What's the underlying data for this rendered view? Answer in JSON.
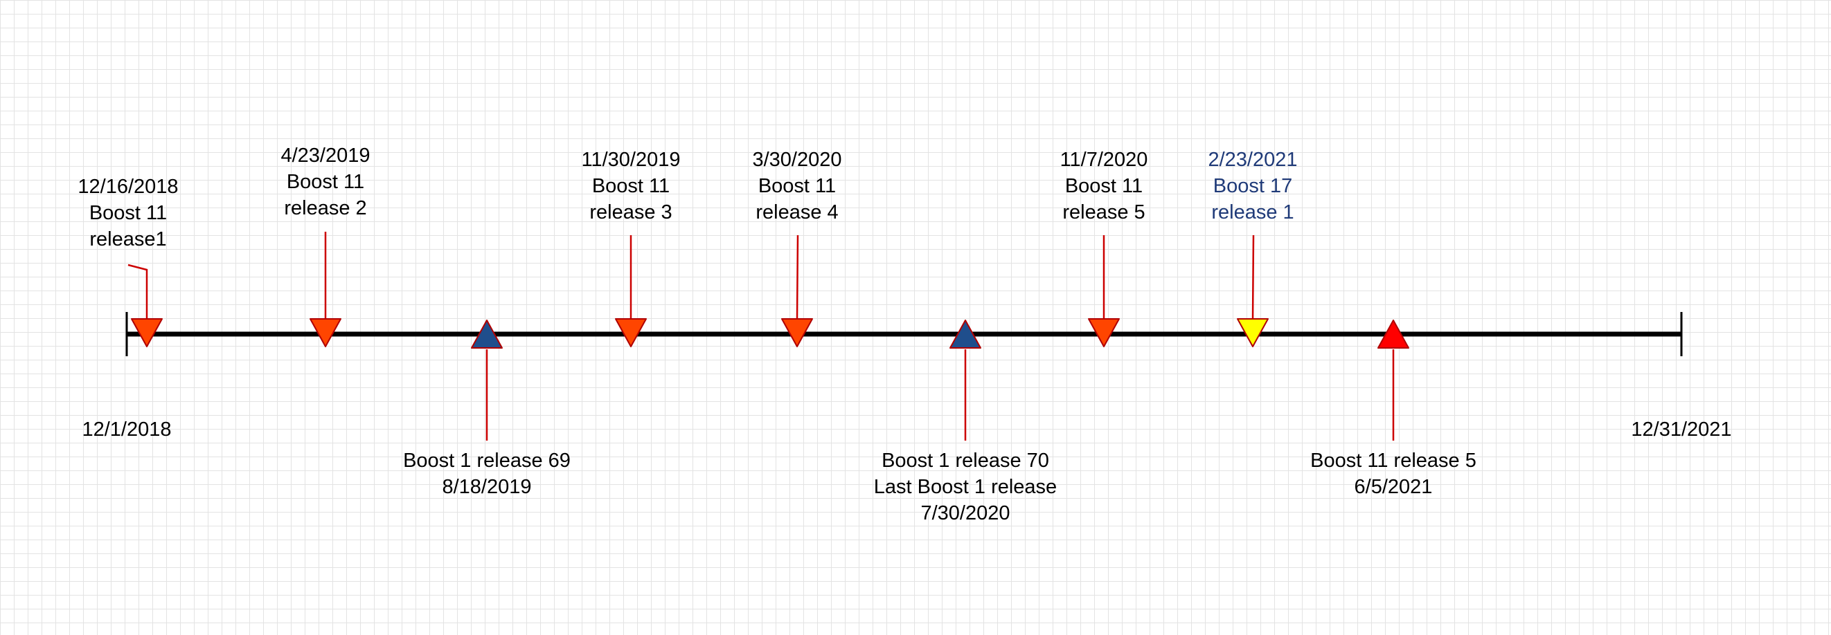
{
  "timeline": {
    "start_date": "12/1/2018",
    "end_date": "12/31/2021"
  },
  "events": [
    {
      "id": "e1",
      "lines": [
        "12/16/2018",
        "Boost 11",
        "release1"
      ],
      "marker": "down",
      "fill": "#FF4500",
      "text_color": "#000000"
    },
    {
      "id": "e2",
      "lines": [
        "4/23/2019",
        "Boost 11",
        "release 2"
      ],
      "marker": "down",
      "fill": "#FF4500",
      "text_color": "#000000"
    },
    {
      "id": "e3",
      "lines": [
        "Boost 1 release 69",
        "8/18/2019"
      ],
      "marker": "up",
      "fill": "#1F4E8C",
      "text_color": "#000000"
    },
    {
      "id": "e4",
      "lines": [
        "11/30/2019",
        "Boost 11",
        "release 3"
      ],
      "marker": "down",
      "fill": "#FF4500",
      "text_color": "#000000"
    },
    {
      "id": "e5",
      "lines": [
        "3/30/2020",
        "Boost 11",
        "release 4"
      ],
      "marker": "down",
      "fill": "#FF4500",
      "text_color": "#000000"
    },
    {
      "id": "e6",
      "lines": [
        "Boost 1 release 70",
        "Last Boost 1 release",
        "7/30/2020"
      ],
      "marker": "up",
      "fill": "#1F4E8C",
      "text_color": "#000000"
    },
    {
      "id": "e7",
      "lines": [
        "11/7/2020",
        "Boost 11",
        "release 5"
      ],
      "marker": "down",
      "fill": "#FF4500",
      "text_color": "#000000"
    },
    {
      "id": "e8",
      "lines": [
        "2/23/2021",
        "Boost 17",
        "release 1"
      ],
      "marker": "down",
      "fill": "#FFFF00",
      "text_color": "#1F3A78"
    },
    {
      "id": "e9",
      "lines": [
        "Boost 11 release 5",
        "6/5/2021"
      ],
      "marker": "up",
      "fill": "#FF0000",
      "text_color": "#000000"
    }
  ],
  "colors": {
    "axis": "#000000",
    "connector": "#CC0000",
    "marker_stroke": "#B00000",
    "grid": "#E3E3E3"
  }
}
